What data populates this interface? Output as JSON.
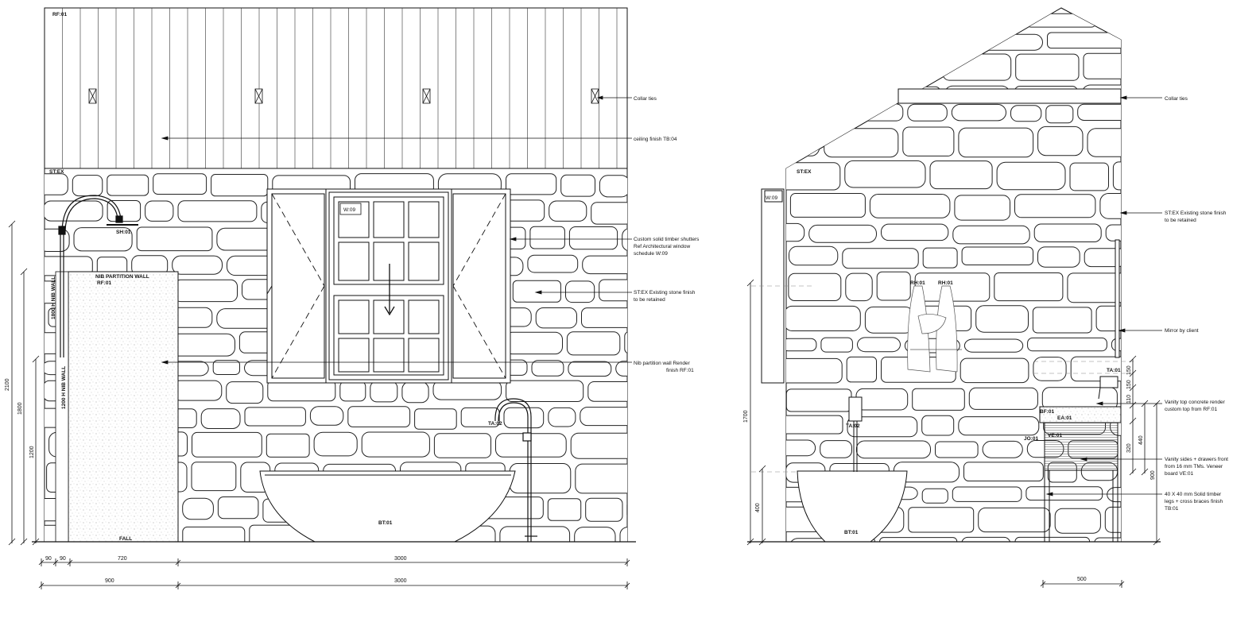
{
  "elevation_left": {
    "roof_tag": "RF:01",
    "stone_tag": "ST:EX",
    "shower_tag": "SH:01",
    "window_tag": "W:09",
    "partition_title": "NIB PARTITION WALL",
    "partition_tag": "RF:01",
    "nib_wall_upper": "1800 H NIB WALL",
    "nib_wall_lower": "1200 H NIB WALL",
    "fall_label": "FALL",
    "tap_tag": "TA:02",
    "bath_tag": "BT:01",
    "annotations": {
      "collar_ties": "Collar ties",
      "ceiling_finish": "ceiling finish TB:04",
      "shutters_1": "Custom solid timber shutters",
      "shutters_2": "Ref Architectural window",
      "shutters_3": "schedule W:09",
      "stone_1": "ST:EX Existing stone finish",
      "stone_2": "to be retained",
      "nib_1": "Nib partition wall Render",
      "nib_2": "finish RF:01"
    },
    "dims_vertical": [
      "2100",
      "1800",
      "1200"
    ],
    "dims_row1": [
      "90",
      "90",
      "720",
      "3000"
    ],
    "dims_row2": [
      "900",
      "3000"
    ]
  },
  "elevation_right": {
    "stone_tag": "ST:EX",
    "window_tag": "W:09",
    "robe_tag_1": "RH:01",
    "robe_tag_2": "RH:01",
    "tap_tag": "TA:02",
    "tap_tag_2": "TA:01",
    "bath_tag": "BT:01",
    "vanity_tag_top": "BF:01",
    "vanity_tag_ea": "EA:01",
    "vanity_tag_ve": "VE:01",
    "vanity_tag_jo": "JO:01",
    "annotations": {
      "collar_ties": "Collar ties",
      "stone_1": "ST:EX Existing stone finish",
      "stone_2": "to be retained",
      "mirror": "Mirror by client",
      "vanity_top_1": "Vanity top concrete render",
      "vanity_top_2": "custom top from RF:01",
      "vanity_sides_1": "Vanity sides + drawers front",
      "vanity_sides_2": "from 16 mm TMs. Veneer",
      "vanity_sides_3": "board VE:01",
      "legs_1": "40 X 40 mm Solid timber",
      "legs_2": "legs + cross braces finish",
      "legs_3": "TB:01"
    },
    "dims_vertical": [
      "1700",
      "400",
      "150",
      "150",
      "110",
      "320",
      "440",
      "900"
    ],
    "dim_bottom": "500"
  }
}
